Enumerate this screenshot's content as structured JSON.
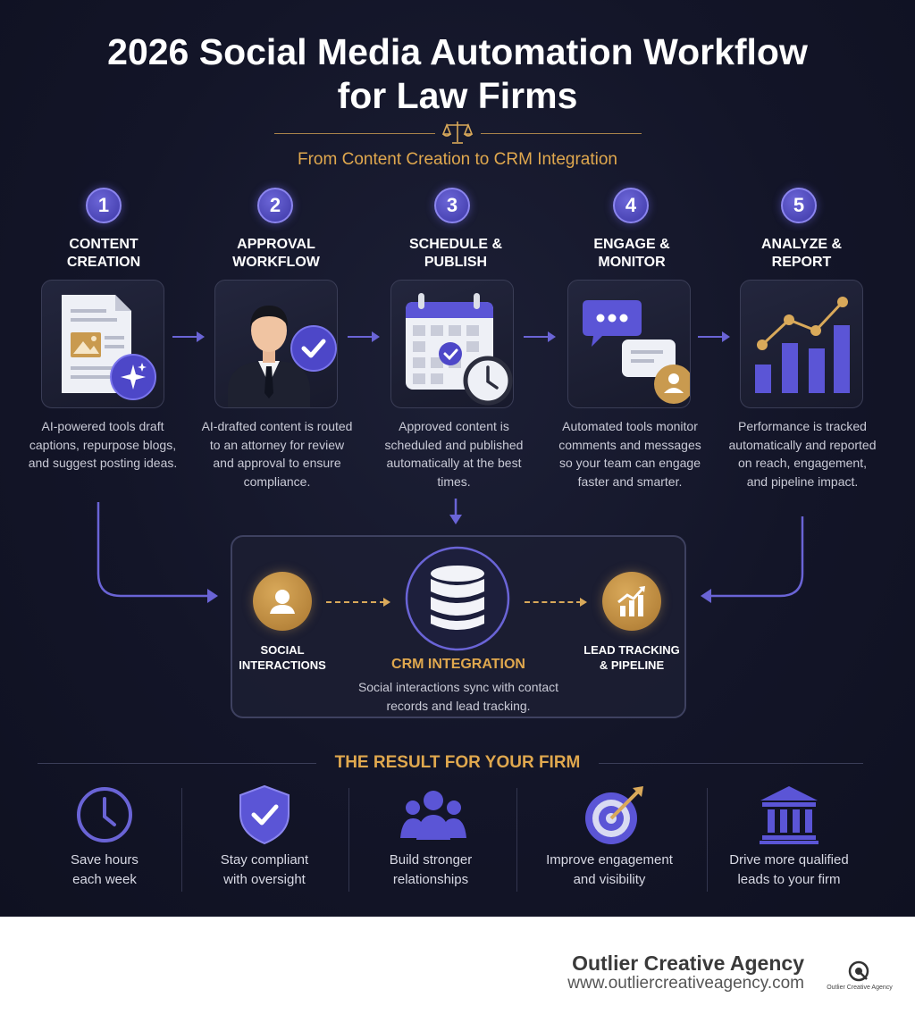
{
  "header": {
    "title_line1": "2026 Social Media Automation Workflow",
    "title_line2": "for Law Firms",
    "subtitle": "From Content Creation to CRM Integration"
  },
  "steps": [
    {
      "num": "1",
      "title": "CONTENT\nCREATION",
      "icon": "document-sparkle-icon",
      "desc": "AI-powered tools draft captions, repurpose blogs, and suggest posting ideas."
    },
    {
      "num": "2",
      "title": "APPROVAL\nWORKFLOW",
      "icon": "attorney-check-icon",
      "desc": "AI-drafted content is routed to an attorney for review and approval to ensure compliance."
    },
    {
      "num": "3",
      "title": "SCHEDULE &\nPUBLISH",
      "icon": "calendar-clock-icon",
      "desc": "Approved content is scheduled and published automatically at the best times."
    },
    {
      "num": "4",
      "title": "ENGAGE &\nMONITOR",
      "icon": "chat-bubbles-icon",
      "desc": "Automated tools monitor comments and messages so your team can engage faster and smarter."
    },
    {
      "num": "5",
      "title": "ANALYZE &\nREPORT",
      "icon": "bar-chart-icon",
      "desc": "Performance is tracked automatically and reported on reach, engagement, and pipeline impact."
    }
  ],
  "crm": {
    "left_label": "SOCIAL\nINTERACTIONS",
    "center_label": "CRM INTEGRATION",
    "right_label": "LEAD TRACKING\n& PIPELINE",
    "desc_line1": "Social interactions sync with contact",
    "desc_line2": "records and lead tracking."
  },
  "results": {
    "title": "THE RESULT FOR YOUR FIRM",
    "items": [
      {
        "line1": "Save hours",
        "line2": "each week",
        "icon": "clock-icon"
      },
      {
        "line1": "Stay compliant",
        "line2": "with oversight",
        "icon": "shield-check-icon"
      },
      {
        "line1": "Build stronger",
        "line2": "relationships",
        "icon": "people-icon"
      },
      {
        "line1": "Improve engagement",
        "line2": "and visibility",
        "icon": "target-icon"
      },
      {
        "line1": "Drive more qualified",
        "line2": "leads to your firm",
        "icon": "courthouse-icon"
      }
    ]
  },
  "footer": {
    "agency": "Outlier Creative Agency",
    "url": "www.outliercreativeagency.com",
    "logo_text": "Outlier Creative Agency"
  },
  "colors": {
    "accent_purple": "#5b55d6",
    "accent_gold": "#d9a95a",
    "background": "#131528"
  }
}
